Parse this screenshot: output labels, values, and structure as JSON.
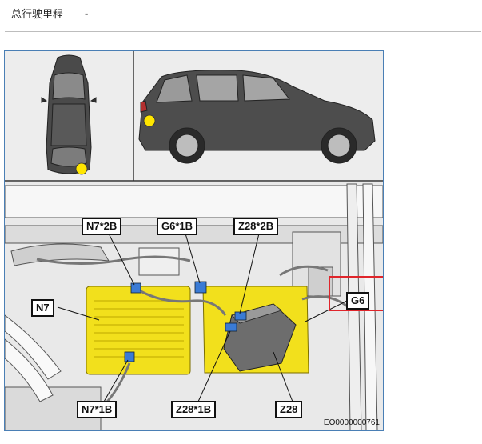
{
  "header": {
    "label": "总行驶里程",
    "value": "-"
  },
  "figure": {
    "callouts": {
      "n7_2b": "N7*2B",
      "g6_1b": "G6*1B",
      "z28_2b": "Z28*2B",
      "n7": "N7",
      "g6": "G6",
      "n7_1b": "N7*1B",
      "z28_1b": "Z28*1B",
      "z28": "Z28"
    },
    "reference_code": "EO0000000761"
  },
  "colors": {
    "highlight": "#e0252b",
    "module": "#f2e01c",
    "marker": "#ffe600",
    "frame": "#4a7fb5"
  }
}
